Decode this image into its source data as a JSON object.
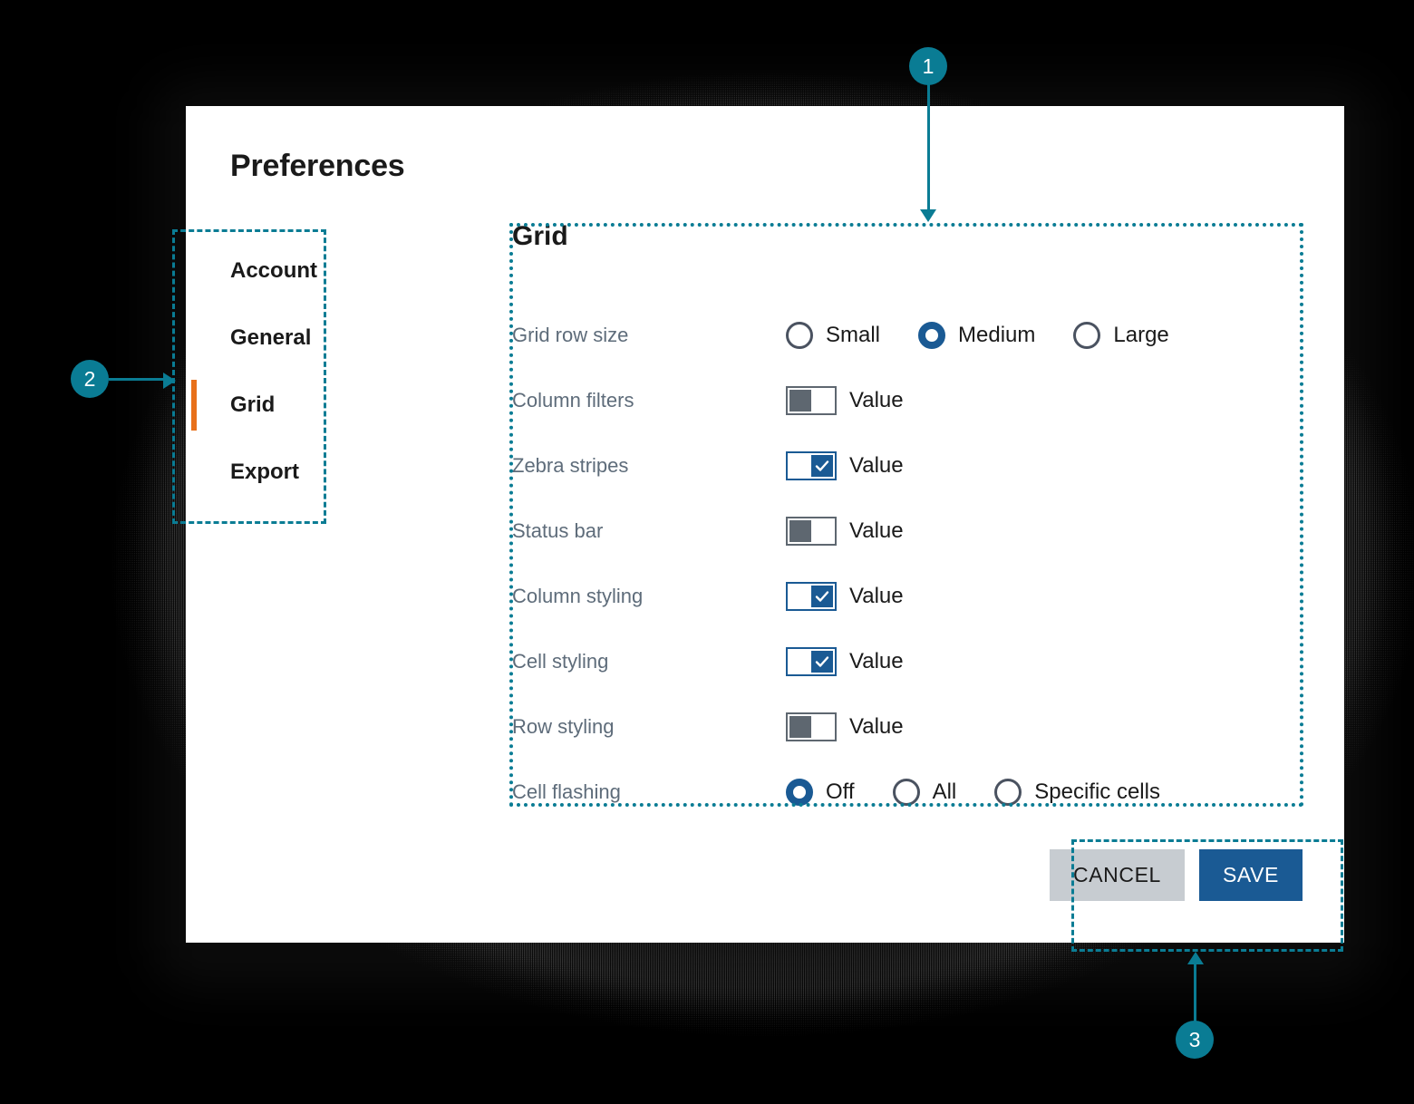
{
  "dialog": {
    "title": "Preferences"
  },
  "sidebar": {
    "items": [
      {
        "label": "Account",
        "active": false
      },
      {
        "label": "General",
        "active": false
      },
      {
        "label": "Grid",
        "active": true
      },
      {
        "label": "Export",
        "active": false
      }
    ],
    "active_indicator_color": "#e8701a"
  },
  "panel": {
    "title": "Grid",
    "rows": [
      {
        "label": "Grid row size",
        "type": "radio",
        "options": [
          {
            "label": "Small",
            "selected": false
          },
          {
            "label": "Medium",
            "selected": true
          },
          {
            "label": "Large",
            "selected": false
          }
        ]
      },
      {
        "label": "Column filters",
        "type": "toggle",
        "state": "off",
        "value_label": "Value"
      },
      {
        "label": "Zebra stripes",
        "type": "toggle",
        "state": "on",
        "value_label": "Value"
      },
      {
        "label": "Status bar",
        "type": "toggle",
        "state": "off",
        "value_label": "Value"
      },
      {
        "label": "Column styling",
        "type": "toggle",
        "state": "on",
        "value_label": "Value"
      },
      {
        "label": "Cell styling",
        "type": "toggle",
        "state": "on",
        "value_label": "Value"
      },
      {
        "label": "Row styling",
        "type": "toggle",
        "state": "off",
        "value_label": "Value"
      },
      {
        "label": "Cell flashing",
        "type": "radio",
        "options": [
          {
            "label": "Off",
            "selected": true
          },
          {
            "label": "All",
            "selected": false
          },
          {
            "label": "Specific cells",
            "selected": false
          }
        ]
      }
    ]
  },
  "footer": {
    "cancel_label": "CANCEL",
    "save_label": "SAVE"
  },
  "annotations": {
    "color": "#0a7c94",
    "markers": [
      {
        "number": "1",
        "target": "grid-settings-panel"
      },
      {
        "number": "2",
        "target": "sidebar-navigation"
      },
      {
        "number": "3",
        "target": "dialog-action-buttons"
      }
    ]
  },
  "colors": {
    "accent_blue": "#1a5a94",
    "active_orange": "#e8701a",
    "annotation_teal": "#0a7c94",
    "label_gray": "#5e6c7a",
    "toggle_off_gray": "#5e6770",
    "cancel_gray": "#c7ccd1",
    "backdrop": "#000000",
    "surface": "#ffffff"
  }
}
